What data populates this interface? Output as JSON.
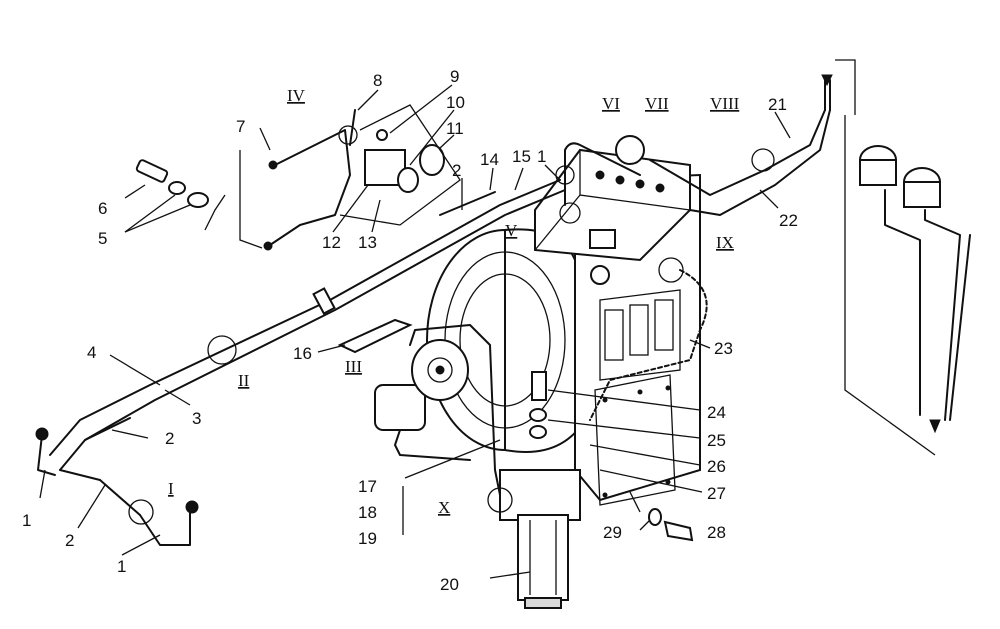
{
  "labels": {
    "n1a": "1",
    "n1b": "1",
    "n1c": "1",
    "n2a": "2",
    "n2b": "2",
    "n2c": "2",
    "n3": "3",
    "n4": "4",
    "n5": "5",
    "n6": "6",
    "n7": "7",
    "n8": "8",
    "n9": "9",
    "n10": "10",
    "n11": "11",
    "n12": "12",
    "n13": "13",
    "n14": "14",
    "n15": "15",
    "n16": "16",
    "n17": "17",
    "n18": "18",
    "n19": "19",
    "n20": "20",
    "n21": "21",
    "n22": "22",
    "n23": "23",
    "n24": "24",
    "n25": "25",
    "n26": "26",
    "n27": "27",
    "n28": "28",
    "n29": "29"
  },
  "views": {
    "I": "I",
    "II": "II",
    "III": "III",
    "IV": "IV",
    "V": "V",
    "VI": "VI",
    "VII": "VII",
    "VIII": "VIII",
    "IX": "IX",
    "X": "X"
  }
}
